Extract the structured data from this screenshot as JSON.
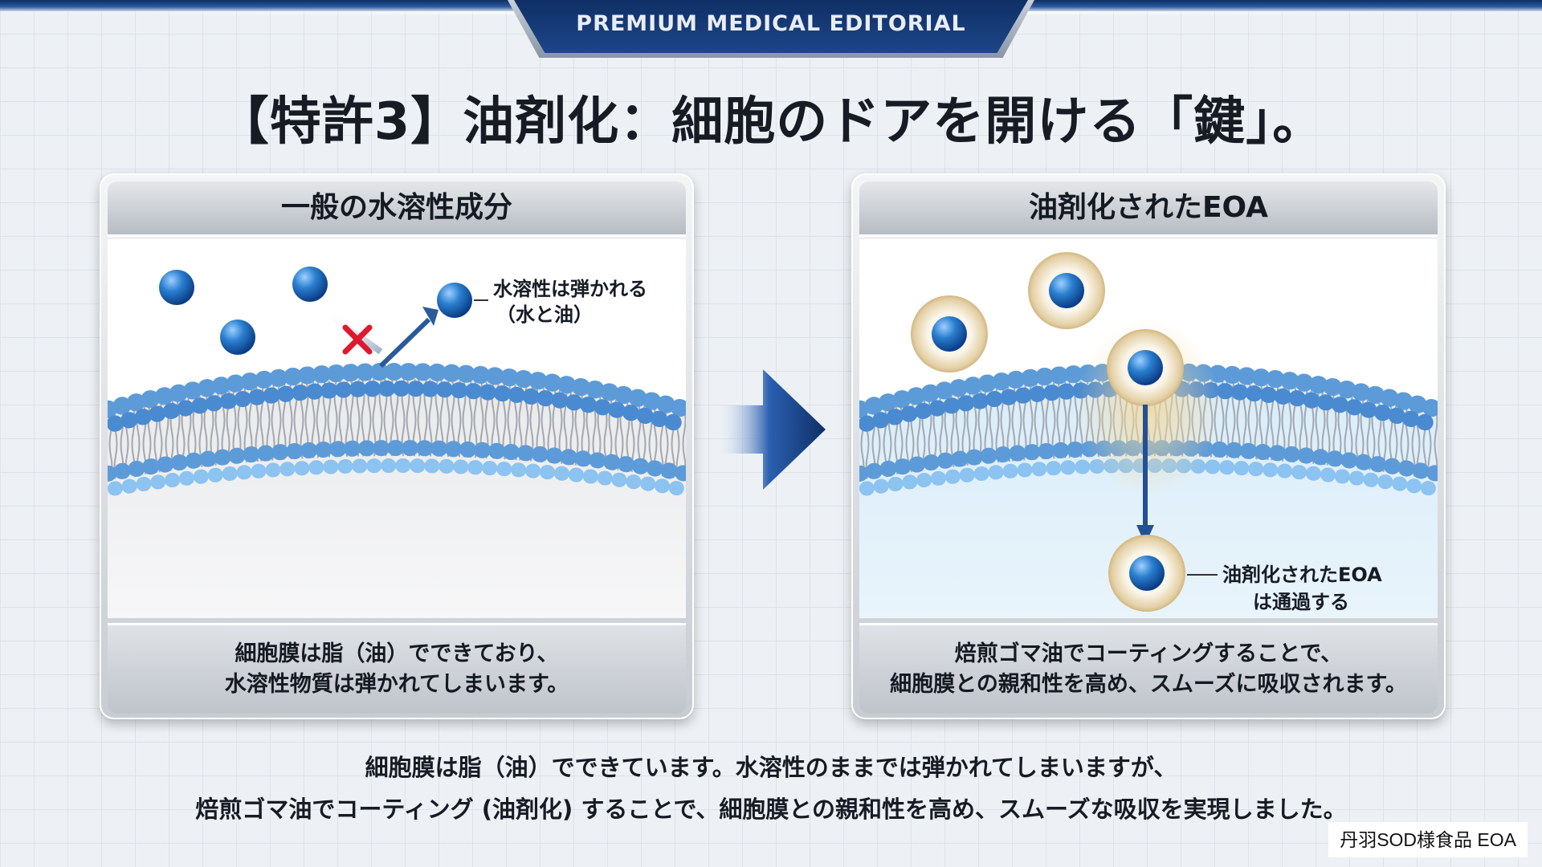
{
  "banner": {
    "label": "PREMIUM MEDICAL EDITORIAL"
  },
  "title": "【特許3】油剤化：細胞のドアを開ける「鍵」。",
  "left_panel": {
    "header": "一般の水溶性成分",
    "callout_line1": "水溶性は弾かれる",
    "callout_line2": "（水と油）",
    "caption_line1": "細胞膜は脂（油）でできており、",
    "caption_line2": "水溶性物質は弾かれてしまいます。"
  },
  "right_panel": {
    "header": "油剤化されたEOA",
    "callout_line1": "油剤化されたEOA",
    "callout_line2": "は通過する",
    "caption_line1": "焙煎ゴマ油でコーティングすることで、",
    "caption_line2": "細胞膜との親和性を高め、スムーズに吸収されます。"
  },
  "bottom": {
    "line1": "細胞膜は脂（油）でできています。水溶性のままでは弾かれてしまいますが、",
    "line2": "焙煎ゴマ油でコーティング (油剤化) することで、細胞膜との親和性を高め、スムーズな吸収を実現しました。"
  },
  "corner_label": "丹羽SOD様食品 EOA",
  "colors": {
    "navy": "#0f2f66",
    "molecule_blue": "#1f6fc0",
    "reject_red": "#e0182d",
    "oil_coat": "#e8d6b0"
  }
}
